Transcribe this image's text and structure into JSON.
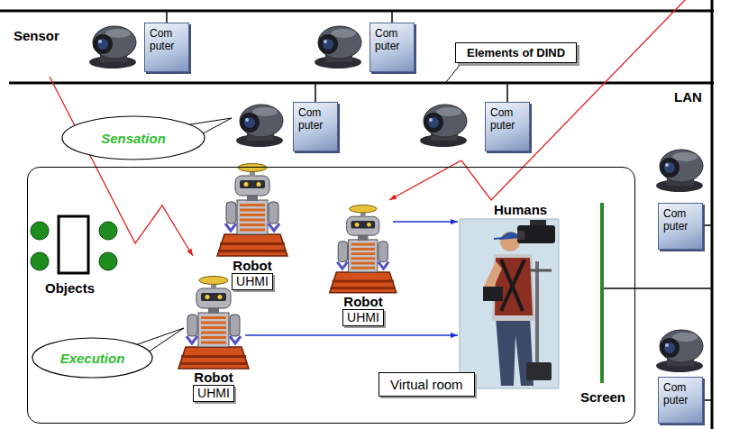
{
  "diagram": {
    "nodes": [
      {
        "text": [
          "Com puter"
        ]
      },
      {
        "text": [
          "Com puter"
        ]
      },
      {
        "text": [
          "Elements of DIND"
        ]
      },
      {
        "text": [
          "Sensation"
        ]
      },
      {
        "text": [
          "Com puter"
        ]
      },
      {
        "text": [
          "Com puter"
        ]
      },
      {
        "text": [
          "Virtual room"
        ]
      },
      {
        "text": [
          "Robot",
          "UHMI"
        ],
        "in": 6
      },
      {
        "text": [
          "Robot",
          "UHMI"
        ],
        "in": 6
      },
      {
        "text": [
          "Execution"
        ],
        "in": 6
      },
      {
        "text": [
          "Robot",
          "UHMI"
        ],
        "in": 6
      },
      {
        "text": [
          "Com puter"
        ]
      },
      {
        "text": [
          "Com puter"
        ]
      }
    ],
    "labels": [
      "Sensor",
      "LAN",
      "Humans",
      "Objects",
      "Screen"
    ]
  }
}
